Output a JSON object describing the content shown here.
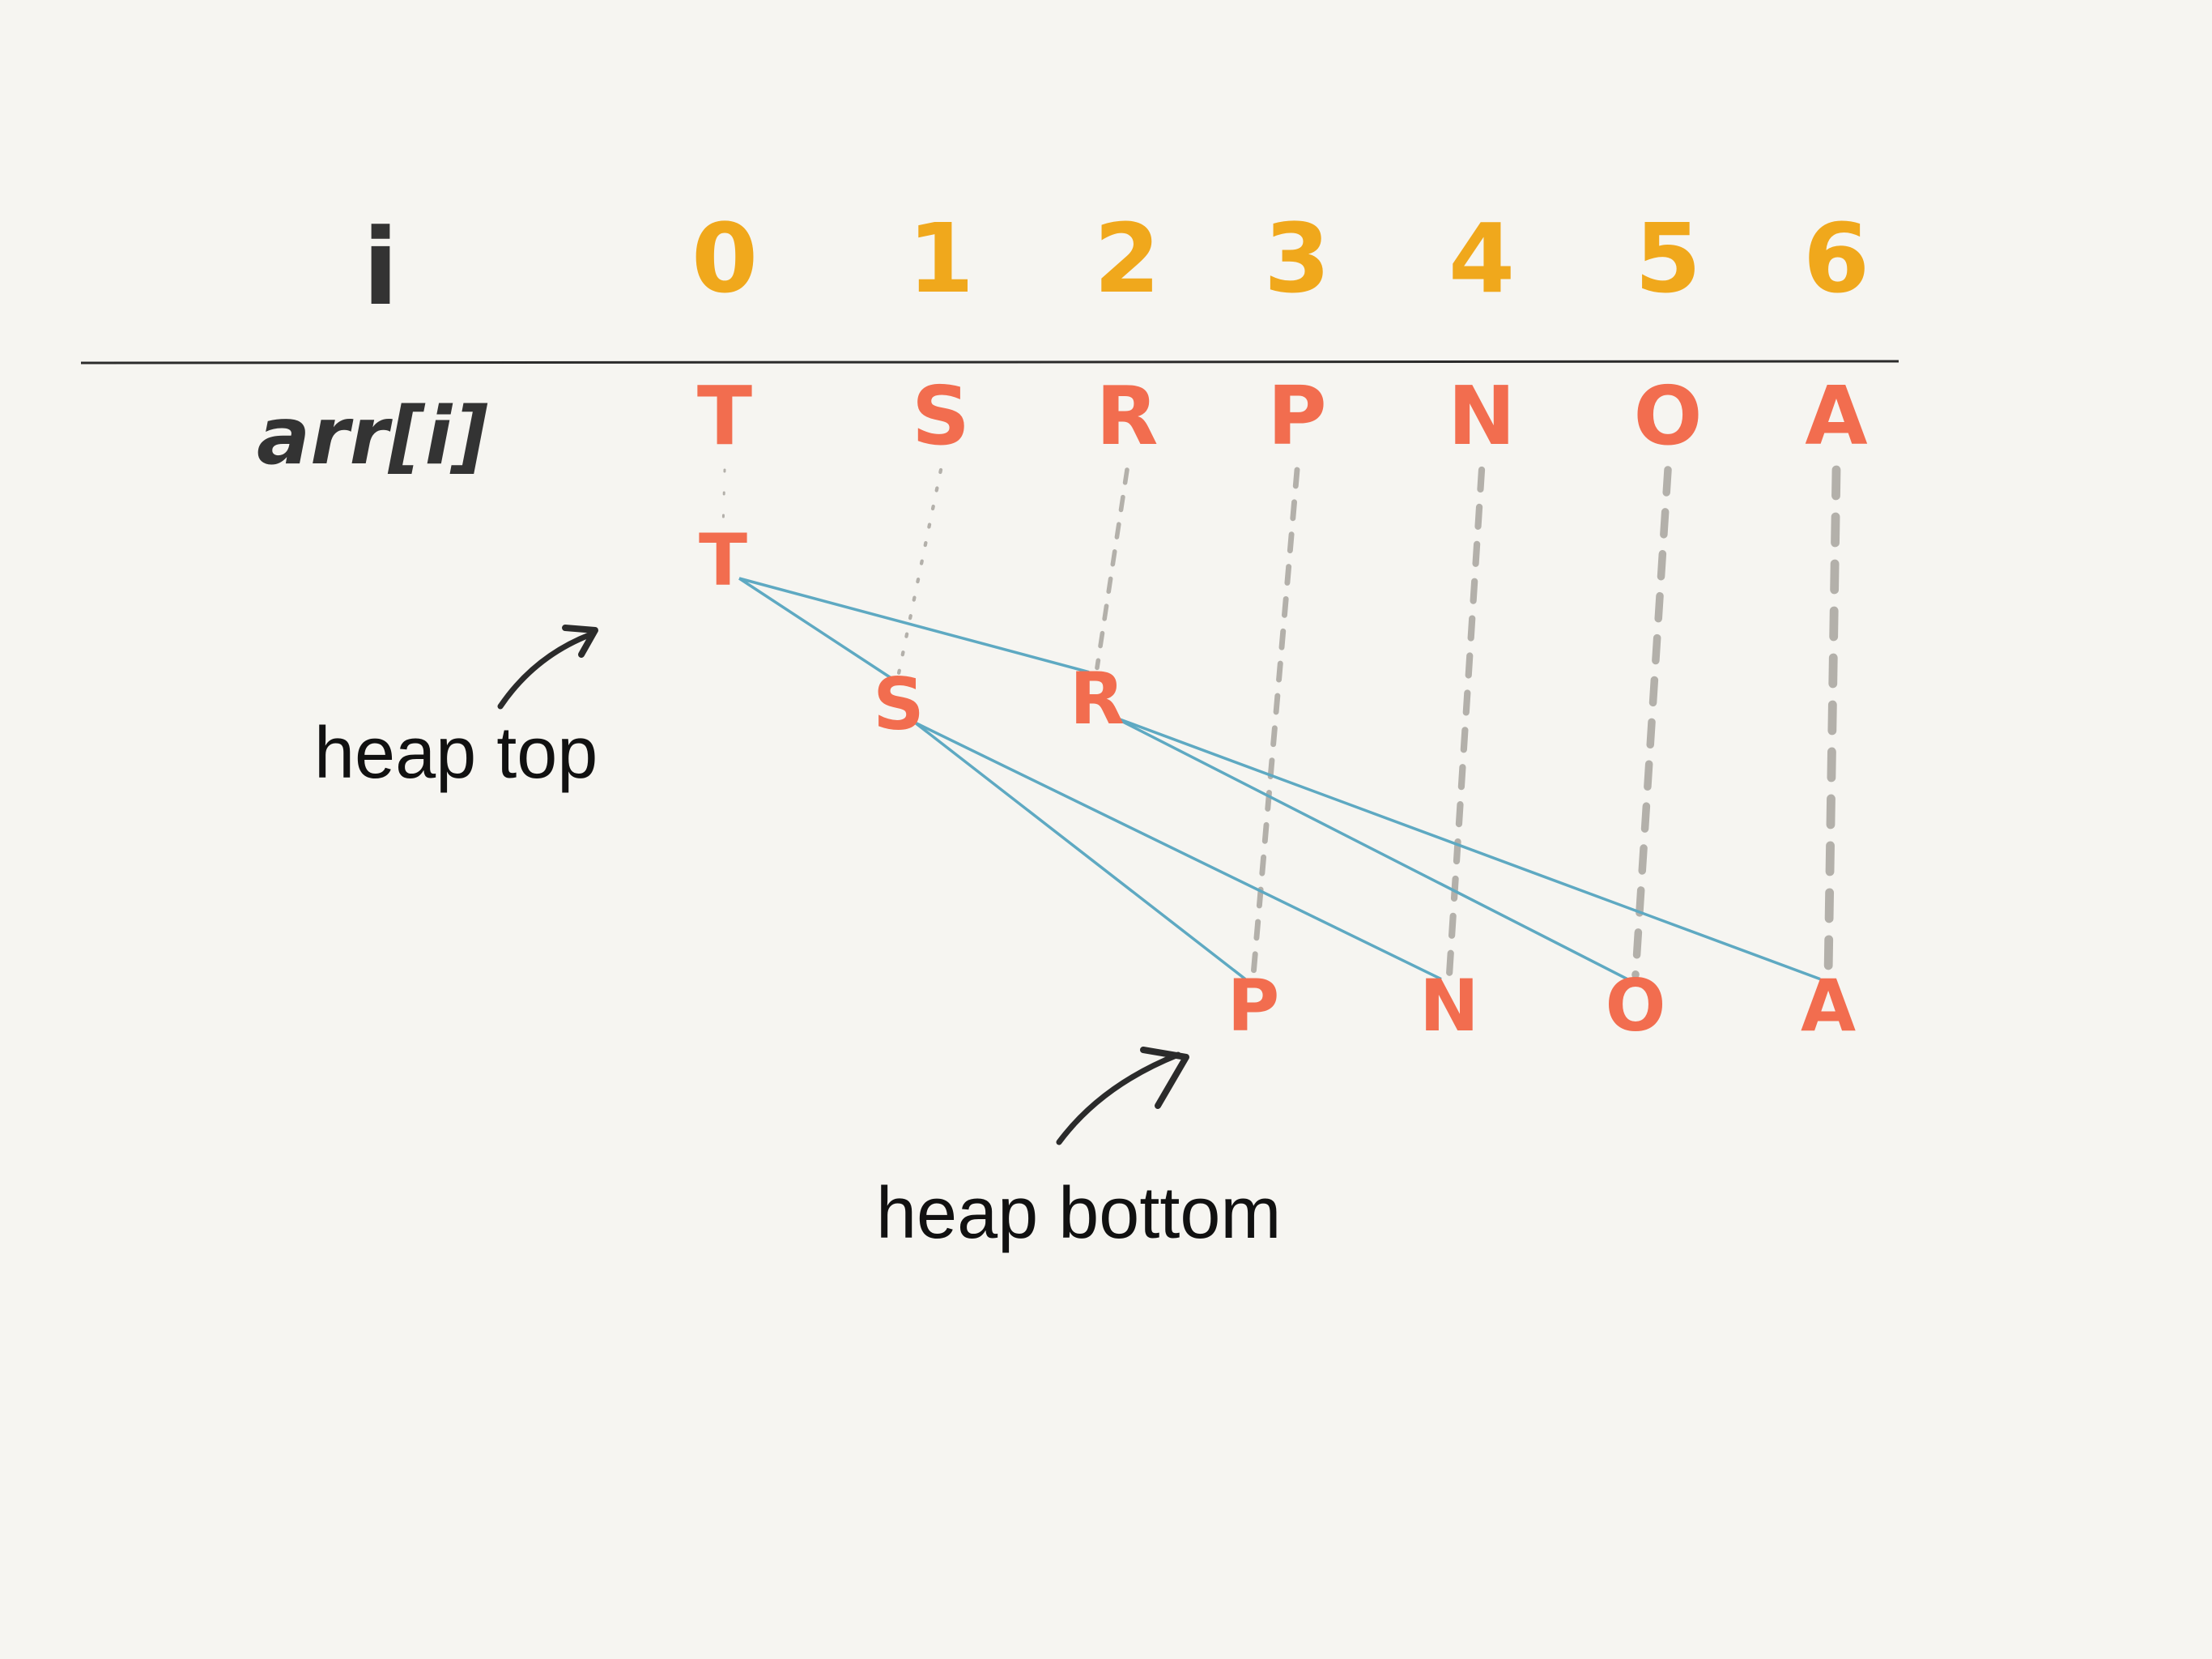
{
  "diagram": {
    "index_label": "i",
    "array_label": "arr[i]",
    "indices": [
      "0",
      "1",
      "2",
      "3",
      "4",
      "5",
      "6"
    ],
    "array_values": [
      "T",
      "S",
      "R",
      "P",
      "N",
      "O",
      "A"
    ],
    "annotations": {
      "heap_top": "heap top",
      "heap_bottom": "heap bottom"
    },
    "colors": {
      "index": "#f0a81c",
      "value": "#f26d4f",
      "edge": "#5ea9c2",
      "guide": "#b3b0aa",
      "rule": "#2b2b2b",
      "label": "#333333",
      "annotation": "#111111",
      "background": "#f6f5f1"
    }
  }
}
